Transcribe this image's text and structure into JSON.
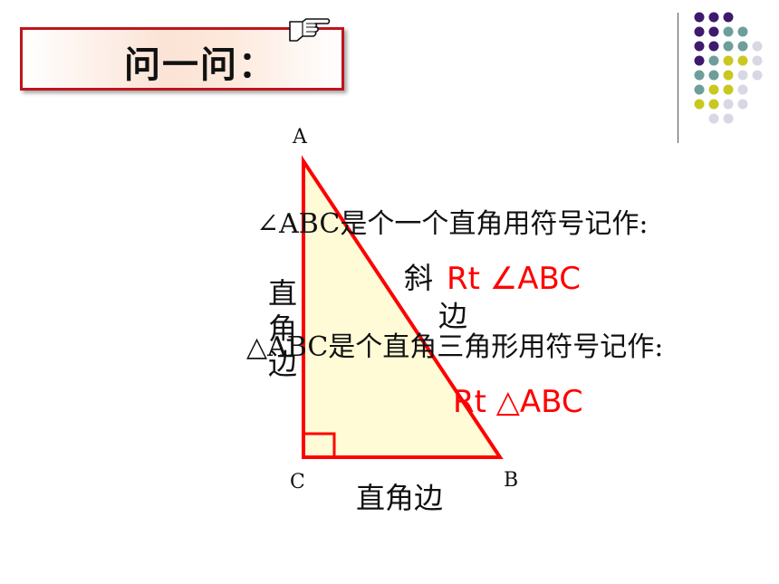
{
  "title": "问一问：",
  "vertices": {
    "a": "A",
    "b": "B",
    "c": "C"
  },
  "labels": {
    "hypotenuse_1": "斜",
    "hypotenuse_2": "边",
    "leg_vertical_1": "直",
    "leg_vertical_2": "角",
    "leg_vertical_3": "边",
    "leg_horizontal": "直角边"
  },
  "statements": {
    "angle": "∠ABC是个一个直角用符号记作:",
    "angle_notation": "Rt ∠ABC",
    "triangle": "△ABC是个直角三角形用符号记作:",
    "triangle_notation": "Rt △ABC"
  },
  "colors": {
    "accent_red": "#ff0000",
    "triangle_fill": "#fffbd6",
    "dot_purple": "#3d1a6e",
    "dot_teal": "#6e9e9a",
    "dot_yellow": "#c8c820",
    "dot_gray": "#d8d8e4"
  },
  "icons": [
    "pointing-hand-icon"
  ]
}
